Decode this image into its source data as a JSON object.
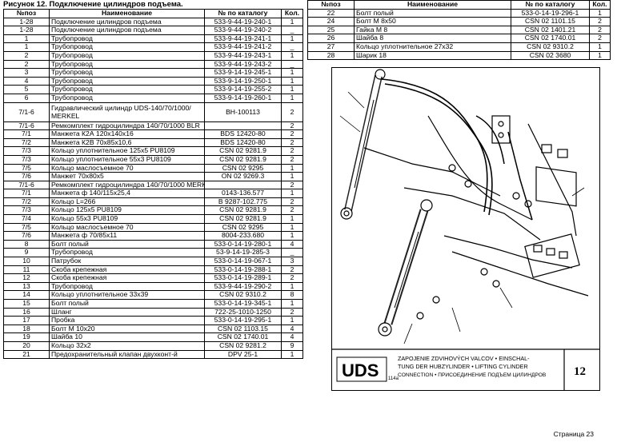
{
  "caption": "Рисунок 12.   Подключение цилиндров подъема.",
  "left_table": {
    "headers": [
      "№поз",
      "Наименование",
      "№ по каталогу",
      "Кол."
    ],
    "rows": [
      [
        "1-28",
        "Подключение цилиндров подъема",
        "533-9-44-19-240-1",
        "1"
      ],
      [
        "1-28",
        "Подключение цилиндров подъема",
        "533-9-44-19-240-2",
        "_"
      ],
      [
        "1",
        "Трубопровод",
        "533-9-44-19-241-1",
        "1"
      ],
      [
        "1",
        "Трубопровод",
        "533-9-44-19-241-2",
        "_"
      ],
      [
        "2",
        "Трубопровод",
        "533-9-44-19-243-1",
        "1"
      ],
      [
        "2",
        "Трубопровод",
        "533-9-44-19-243-2",
        "_"
      ],
      [
        "3",
        "Трубопровод",
        "533-9-14-19-245-1",
        "1"
      ],
      [
        "4",
        "Трубопровод",
        "533-9-14-19-250-1",
        "1"
      ],
      [
        "5",
        "Трубопровод",
        "533-9-14-19-255-2",
        "1"
      ],
      [
        "6",
        "Трубопровод",
        "533-9-14-19-260-1",
        "1"
      ],
      [
        "7/1-6",
        "Гидравлический цилиндр UDS-140/70/1000/ MERKEL",
        "BH-100113",
        "2"
      ],
      [
        "7/1-6",
        "Ремкомплект гидроцилиндра 140/70/1000 BLR",
        "",
        "2"
      ],
      [
        "7/1",
        "Манжета К2А 120х140х16",
        "BDS  12420-80",
        "2"
      ],
      [
        "7/2",
        "Манжета К2В 70х85х10,6",
        "BDS  12420-80",
        "2"
      ],
      [
        "7/3",
        "Кольцо уплотнительное  125х5 PU8109",
        "CSN  02  9281.9",
        "2"
      ],
      [
        "7/3",
        "Кольцо уплотнительное  55х3 PU8109",
        "CSN  02  9281.9",
        "2"
      ],
      [
        "7/5",
        "Кольцо маслосъемное 70",
        "CSN  02  9295",
        "1"
      ],
      [
        "7/6",
        "Манжет 70х80х5",
        "ON  02  9269.3",
        "1"
      ],
      [
        "7/1-6",
        "Ремкомплект гидроцилиндра 140/70/1000 MERKEL",
        "",
        "2"
      ],
      [
        "7/1",
        "Манжета ф 140/115х25,4",
        "0143-136.577",
        "1"
      ],
      [
        "7/2",
        "Кольцо L=266",
        "B 9287-102.775",
        "2"
      ],
      [
        "7/3",
        "Кольцо 125х5  PU8109",
        "CSN  02  9281.9",
        "2"
      ],
      [
        "7/4",
        "Кольцо 55х3  PU8109",
        "CSN  02  9281.9",
        "1"
      ],
      [
        "7/5",
        "Кольцо маслосъемное 70",
        "CSN  02 9295",
        "1"
      ],
      [
        "7/6",
        "Манжета ф 70/85х11",
        "8004-233.680",
        "1"
      ],
      [
        "8",
        "Болт полый",
        "533-0-14-19-280-1",
        "4"
      ],
      [
        "9",
        "Трубопровод",
        "53-9-14-19-285-3",
        "_"
      ],
      [
        "10",
        "Патрубок",
        "533-0-14-19-067-1",
        "3"
      ],
      [
        "11",
        "Скоба крепежная",
        "533-0-14-19-288-1",
        "2"
      ],
      [
        "12",
        "Скоба крепежная",
        "533-0-14-19-289-1",
        "2"
      ],
      [
        "13",
        "Трубопровод",
        "533-9-44-19-290-2",
        "1"
      ],
      [
        "14",
        "Кольцо уплотнительное  33х39",
        "CSN  02  9310.2",
        "8"
      ],
      [
        "15",
        "Болт полый",
        "533-0-14-19-345-1",
        "1"
      ],
      [
        "16",
        "Шланг",
        "722-25-1010-1250",
        "2"
      ],
      [
        "17",
        "Пробка",
        "533-0-14-19-295-1",
        "1"
      ],
      [
        "18",
        "Болт М 10х20",
        "CSN  02  1103.15",
        "4"
      ],
      [
        "19",
        "Шайба 10",
        "CSN  02  1740.01",
        "4"
      ],
      [
        "20",
        "Кольцо  32х2",
        "CSN  02  9281.2",
        "9"
      ],
      [
        "21",
        "Предохранительный клапан двухконт-й",
        "DPV  25-1",
        "1"
      ]
    ]
  },
  "right_table": {
    "headers": [
      "№поз",
      "Наименование",
      "№ по каталогу",
      "Кол."
    ],
    "rows": [
      [
        "22",
        "Болт полый",
        "533-0-14-19-296-1",
        "1"
      ],
      [
        "24",
        "Болт М 8х50",
        "CSN  02  1101.15",
        "2"
      ],
      [
        "25",
        "Гайка М 8",
        "CSN 02 1401.21",
        "2"
      ],
      [
        "26",
        "Шайба 8",
        "CSN  02 1740.01",
        "2"
      ],
      [
        "27",
        "Кольцо уплотнительное  27х32",
        "CSN  02  9310.2",
        "1"
      ],
      [
        "28",
        "Шарик 18",
        "CSN  02  3680",
        "1"
      ]
    ]
  },
  "drawing": {
    "logo": "UDS",
    "logo_sub": "114a",
    "title_line1": "ZAPOJENIE ZDVIHOVÝCH VALCOV • EINSCHAL-",
    "title_line2": "TUNG DER HUBZYLINDER • LIFTING CYLINDER",
    "title_line3": "CONNECTION • ПРИСОЕДИНЕНИЕ ПОДЪЕМ ЦИЛИНДРОВ",
    "figure_number": "12"
  },
  "page_number": "Страница 23"
}
